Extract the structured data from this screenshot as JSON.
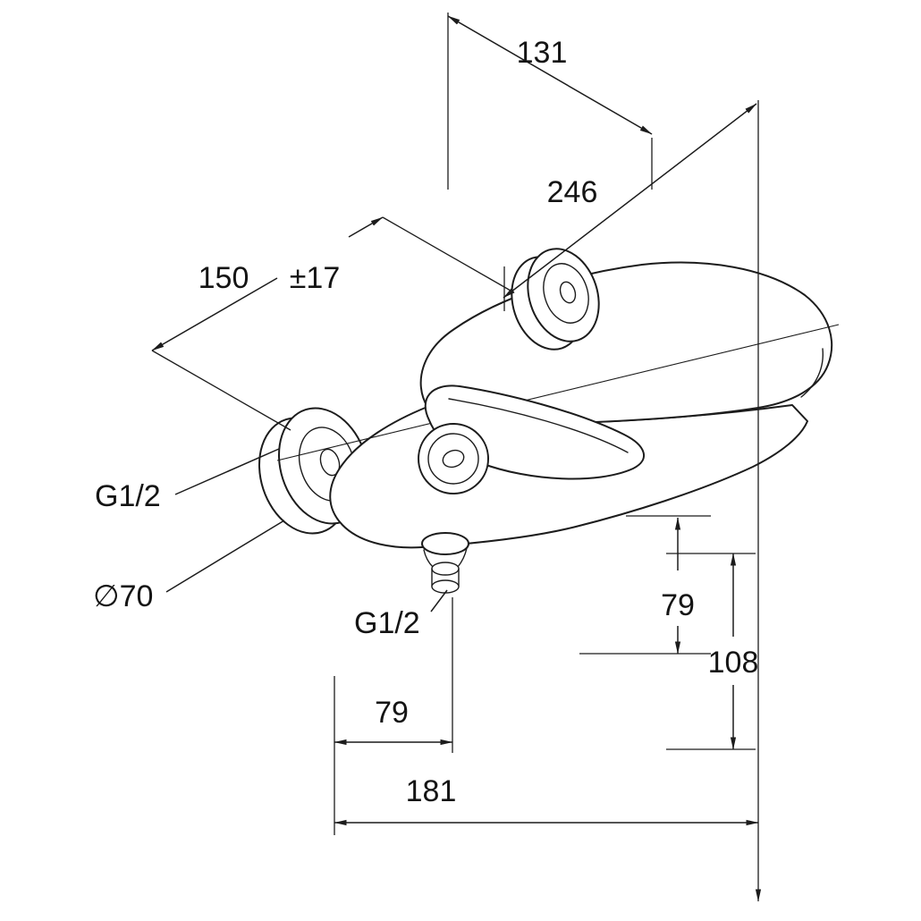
{
  "page": {
    "background": "#ffffff",
    "line_color": "#1c1c1c",
    "text_color": "#141414"
  },
  "labels": {
    "dim_depth": "131",
    "dim_length": "246",
    "dim_spacing": "150",
    "dim_spacing_tolerance": "±17",
    "thread_wall": "G1/2",
    "dia_escutcheon": "∅70",
    "thread_outlet": "G1/2",
    "dim_height_outlet": "79",
    "dim_height_total": "108",
    "dim_offset_outlet": "79",
    "dim_width_bottom": "181"
  }
}
